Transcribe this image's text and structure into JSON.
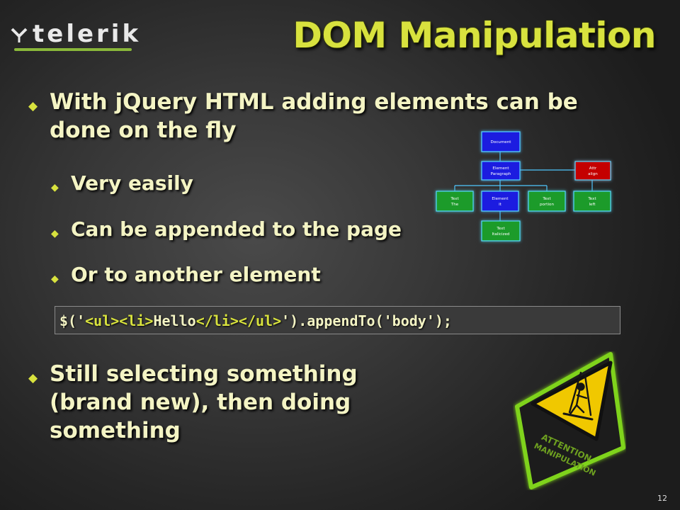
{
  "logo": {
    "text": "telerik"
  },
  "title": "DOM Manipulation",
  "bullets": [
    {
      "text_line1": "With jQuery HTML adding elements can be",
      "text_line2": "done on the fly"
    },
    {
      "text": "Very easily"
    },
    {
      "text": "Can be appended to the page"
    },
    {
      "text": "Or to another element"
    },
    {
      "text_line1": "Still selecting something",
      "text_line2": "(brand new), then doing",
      "text_line3": "something"
    }
  ],
  "code": {
    "prefix": "$('",
    "tag1": "<ul>",
    "tag2": "<li>",
    "text": "Hello",
    "tag3": "</li>",
    "tag4": "</ul>",
    "suffix": "').appendTo('body');"
  },
  "dom_tree": {
    "nodes": [
      {
        "id": "document",
        "line1": "Document",
        "line2": ""
      },
      {
        "id": "element-paragraph",
        "line1": "Element",
        "line2": "Paragraph"
      },
      {
        "id": "attr-align",
        "line1": "Attr",
        "line2": "align"
      },
      {
        "id": "text-the",
        "line1": "Text",
        "line2": "The"
      },
      {
        "id": "element-it",
        "line1": "Element",
        "line2": "it"
      },
      {
        "id": "text-portion",
        "line1": "Text",
        "line2": "portion"
      },
      {
        "id": "text-left",
        "line1": "Text",
        "line2": "left"
      },
      {
        "id": "text-italicized",
        "line1": "Text",
        "line2": "Italicized"
      }
    ]
  },
  "sign": {
    "line1": "ATTENTION",
    "line2": "MANIPULATION"
  },
  "colors": {
    "title": "#d8e23e",
    "body_text": "#f4f4c4",
    "bullet": "#d8e23e",
    "element_node": "#1f1fe0",
    "text_node": "#1a9b2a",
    "attr_node": "#c40000",
    "sign_yellow": "#f0c800",
    "sign_glow": "#7fd31a"
  },
  "page_number": "12"
}
